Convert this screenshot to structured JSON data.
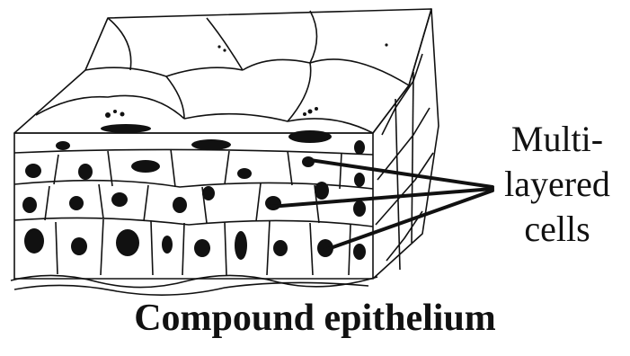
{
  "labels": {
    "pointer_line1": "Multi-",
    "pointer_line2": "layered",
    "pointer_line3": "cells"
  },
  "caption": "Compound epithelium",
  "colors": {
    "ink": "#111111",
    "paper": "#ffffff"
  }
}
